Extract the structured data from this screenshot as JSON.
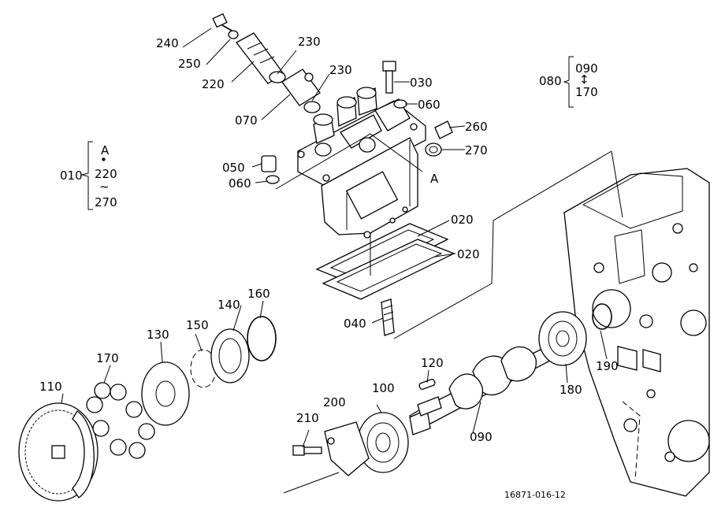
{
  "labels": {
    "p240": "240",
    "p250": "250",
    "p220": "220",
    "p230a": "230",
    "p230b": "230",
    "p070": "070",
    "p030": "030",
    "p060a": "060",
    "p260": "260",
    "p270": "270",
    "p050": "050",
    "p060b": "060",
    "refA": "A",
    "p020a": "020",
    "p020b": "020",
    "p040": "040",
    "p080": "080",
    "p090a": "090",
    "p170a": "170",
    "p010": "010",
    "b_A": "A",
    "b_220": "220",
    "b_270": "270",
    "p110": "110",
    "p170b": "170",
    "p130": "130",
    "p150": "150",
    "p140": "140",
    "p160": "160",
    "p120": "120",
    "p200": "200",
    "p100": "100",
    "p210": "210",
    "p090b": "090",
    "p180": "180",
    "p190": "190",
    "code": "16871-016-12"
  }
}
